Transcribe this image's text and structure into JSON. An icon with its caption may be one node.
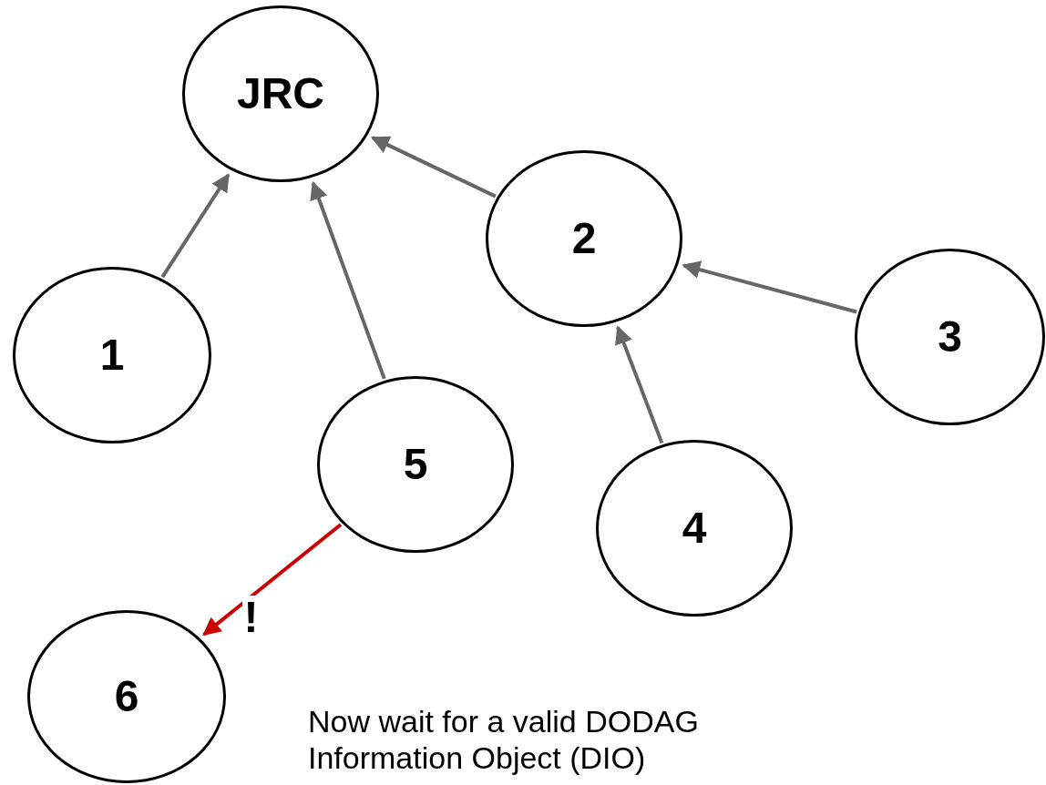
{
  "diagram": {
    "nodes": [
      {
        "text": [
          "JRC"
        ]
      },
      {
        "text": [
          "1"
        ]
      },
      {
        "text": [
          "2"
        ]
      },
      {
        "text": [
          "3"
        ]
      },
      {
        "text": [
          "5"
        ]
      },
      {
        "text": [
          "4"
        ]
      },
      {
        "text": [
          "6"
        ]
      }
    ],
    "edges": [
      {
        "from": 1,
        "to": 0,
        "arrow": "to"
      },
      {
        "from": 4,
        "to": 0,
        "arrow": "to"
      },
      {
        "from": 2,
        "to": 0,
        "arrow": "to"
      },
      {
        "from": 3,
        "to": 2,
        "arrow": "to"
      },
      {
        "from": 5,
        "to": 2,
        "arrow": "to"
      },
      {
        "from": 4,
        "to": 6,
        "arrow": "to",
        "label": "!",
        "color": "#cc0000"
      }
    ],
    "labels": [
      "Now wait for a valid DODAG Information Object (DIO)"
    ]
  }
}
